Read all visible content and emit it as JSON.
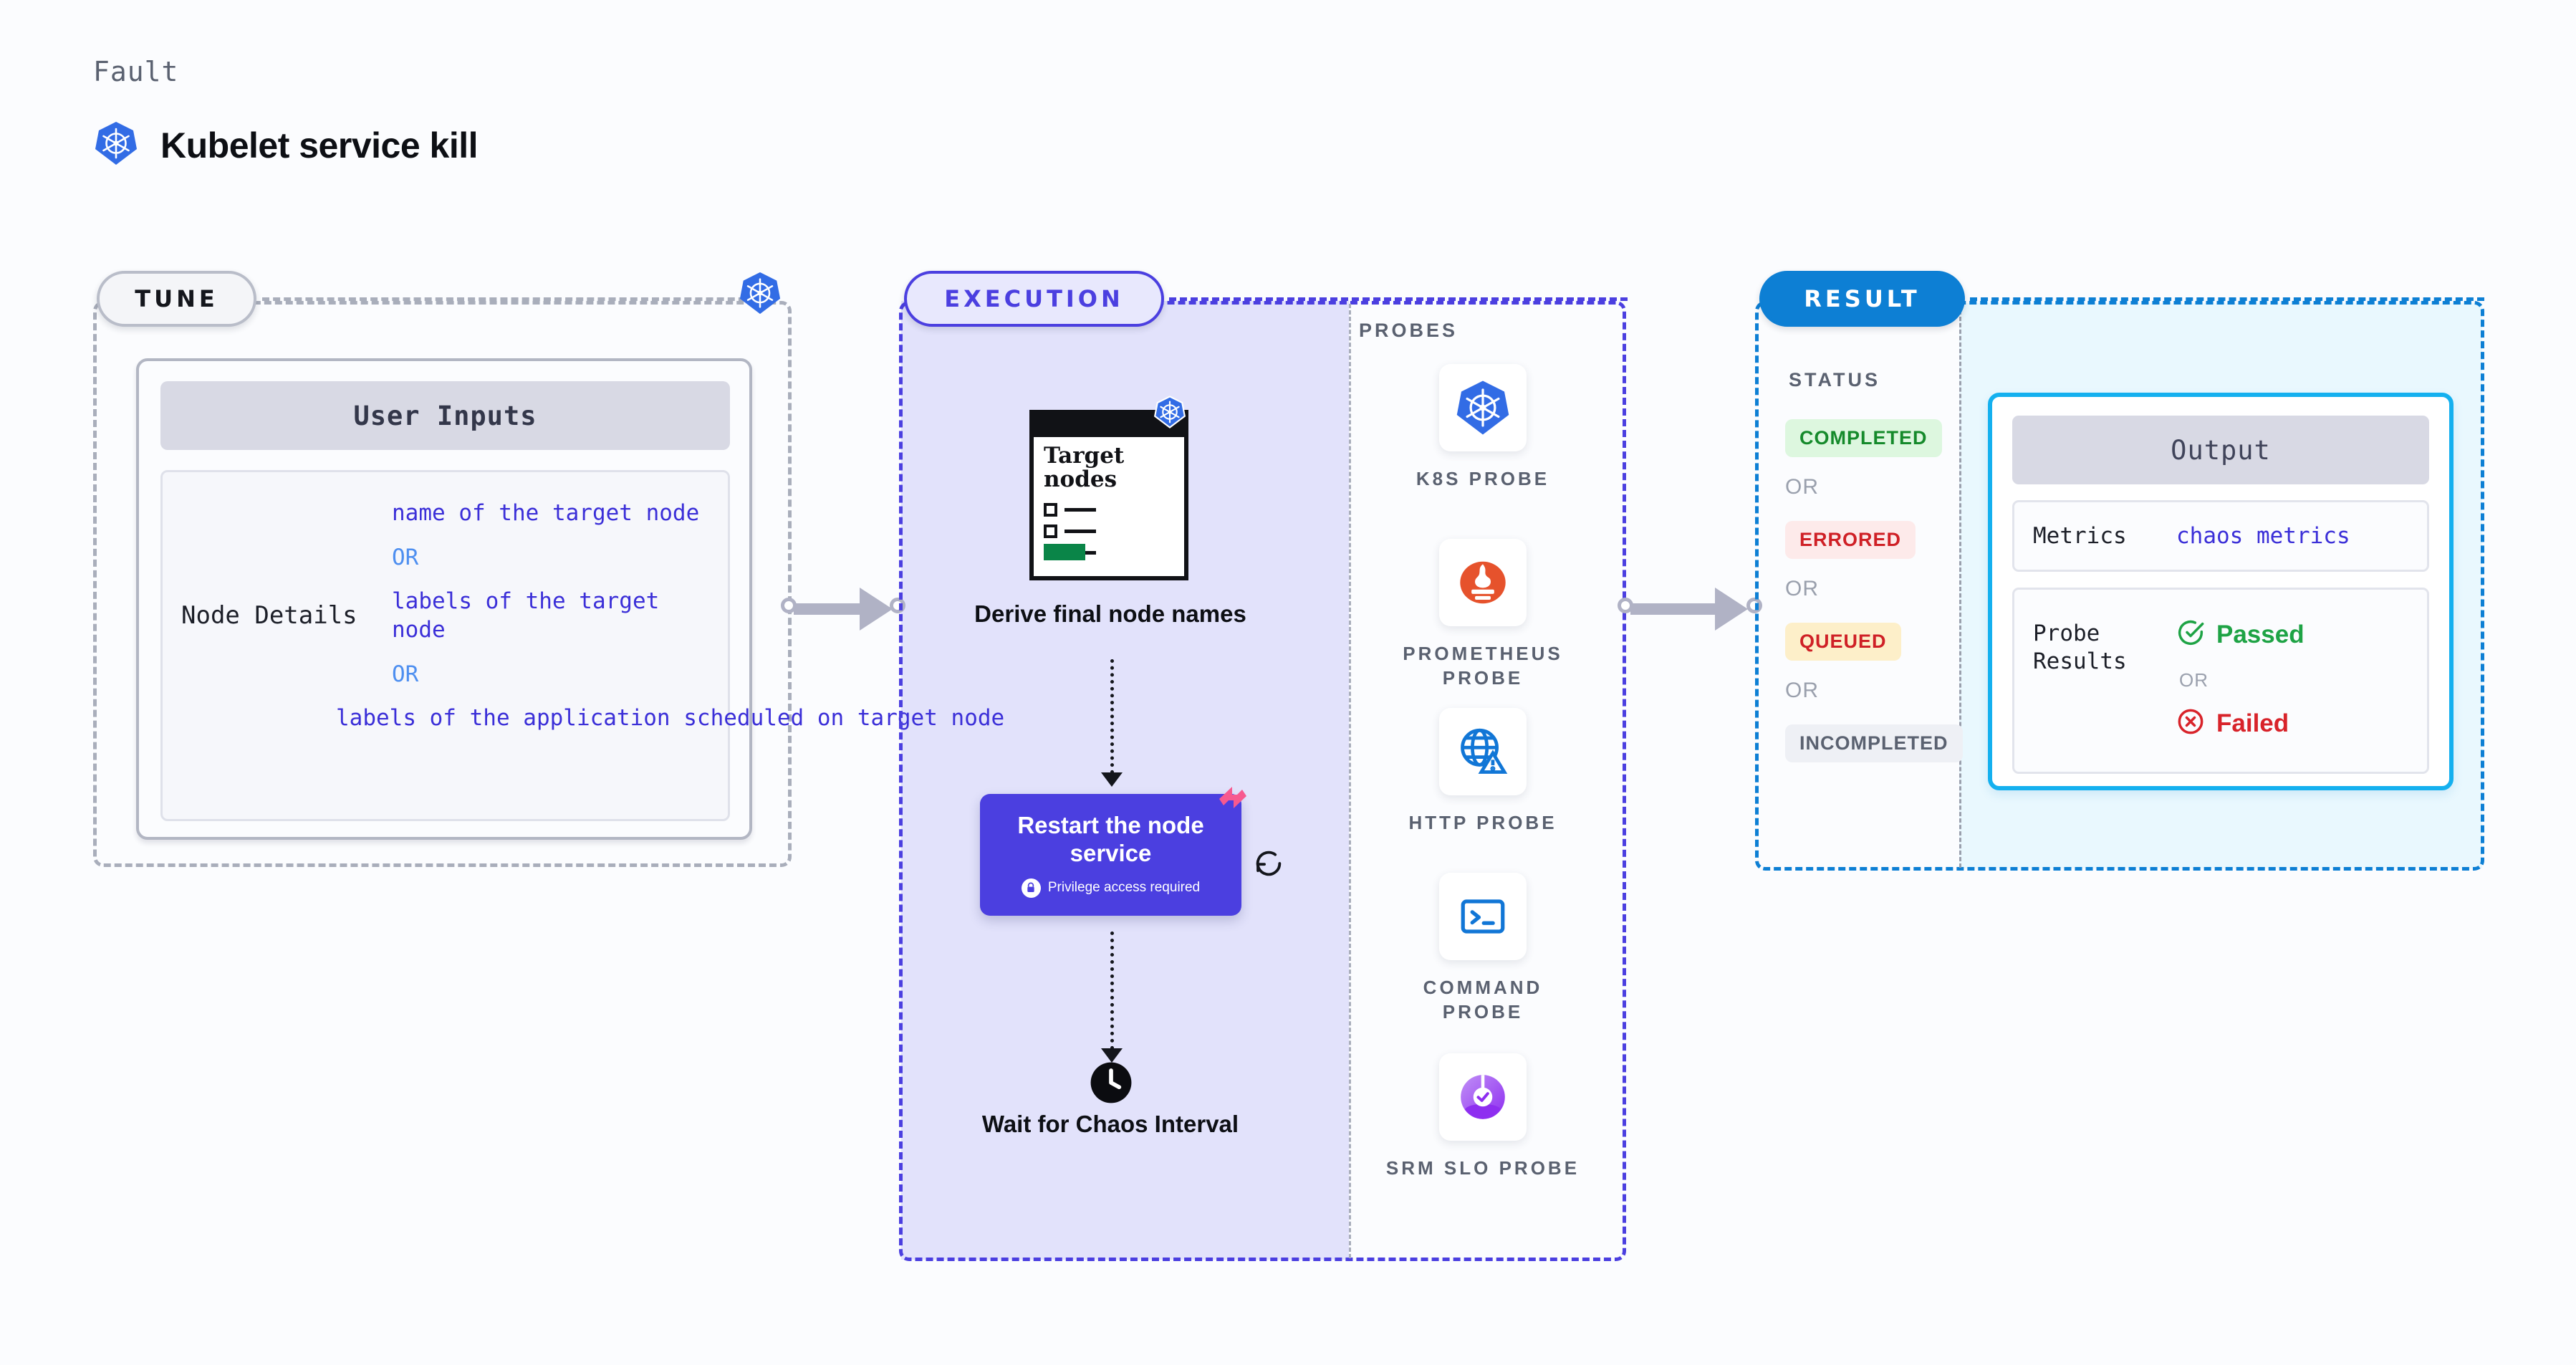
{
  "header": {
    "eyebrow": "Fault",
    "title": "Kubelet service kill",
    "icon": "kubernetes-icon"
  },
  "sections": {
    "tune": {
      "badge": "TUNE",
      "accent": "#a9aebb",
      "icon": "kubernetes-icon",
      "card": {
        "header": "User Inputs",
        "rows": [
          {
            "key": "Node Details",
            "values": [
              {
                "text": "name of the target node",
                "kind": "value"
              },
              {
                "text": "OR",
                "kind": "or"
              },
              {
                "text": "labels of the target node",
                "kind": "value"
              },
              {
                "text": "OR",
                "kind": "or"
              },
              {
                "text": "labels of the application scheduled on target node",
                "kind": "value"
              }
            ]
          }
        ]
      }
    },
    "execution": {
      "badge": "EXECUTION",
      "accent": "#4b3fe0",
      "fill": "#e2e2fb",
      "steps": [
        {
          "icon": "document-checklist-icon",
          "doc_title": "Target nodes",
          "badge_icon": "kubernetes-icon",
          "label": "Derive final node names"
        },
        {
          "icon": "action-card",
          "label": "Restart the node service",
          "sub_label": "Privilege access required",
          "sub_icon": "lock-icon",
          "corner_icon": "harness-logo-icon",
          "side_icon": "refresh-icon",
          "color": "#4b3fe0"
        },
        {
          "icon": "clock-icon",
          "label": "Wait for Chaos Interval"
        }
      ],
      "probes": {
        "title": "PROBES",
        "items": [
          {
            "label": "K8S PROBE",
            "icon": "kubernetes-icon"
          },
          {
            "label": "PROMETHEUS PROBE",
            "icon": "prometheus-icon"
          },
          {
            "label": "HTTP PROBE",
            "icon": "globe-warning-icon"
          },
          {
            "label": "COMMAND PROBE",
            "icon": "terminal-icon"
          },
          {
            "label": "SRM SLO PROBE",
            "icon": "srm-slo-icon"
          }
        ]
      }
    },
    "result": {
      "badge": "RESULT",
      "accent": "#0d7fd4",
      "fill": "#e9f8fe",
      "status": {
        "title": "STATUS",
        "items": [
          {
            "label": "COMPLETED",
            "bg": "#ddf7df",
            "color": "#158a2b"
          },
          {
            "label": "OR",
            "kind": "or"
          },
          {
            "label": "ERRORED",
            "bg": "#fdeaea",
            "color": "#cf2026"
          },
          {
            "label": "OR",
            "kind": "or"
          },
          {
            "label": "QUEUED",
            "bg": "#fdefc9",
            "color": "#cf2026"
          },
          {
            "label": "OR",
            "kind": "or"
          },
          {
            "label": "INCOMPLETED",
            "bg": "#eef0f5",
            "color": "#5a6170"
          }
        ]
      },
      "output": {
        "header": "Output",
        "metrics_key": "Metrics",
        "metrics_value": "chaos metrics",
        "probe_results_key": "Probe Results",
        "probe_pass": "Passed",
        "probe_or": "OR",
        "probe_fail": "Failed"
      }
    }
  }
}
